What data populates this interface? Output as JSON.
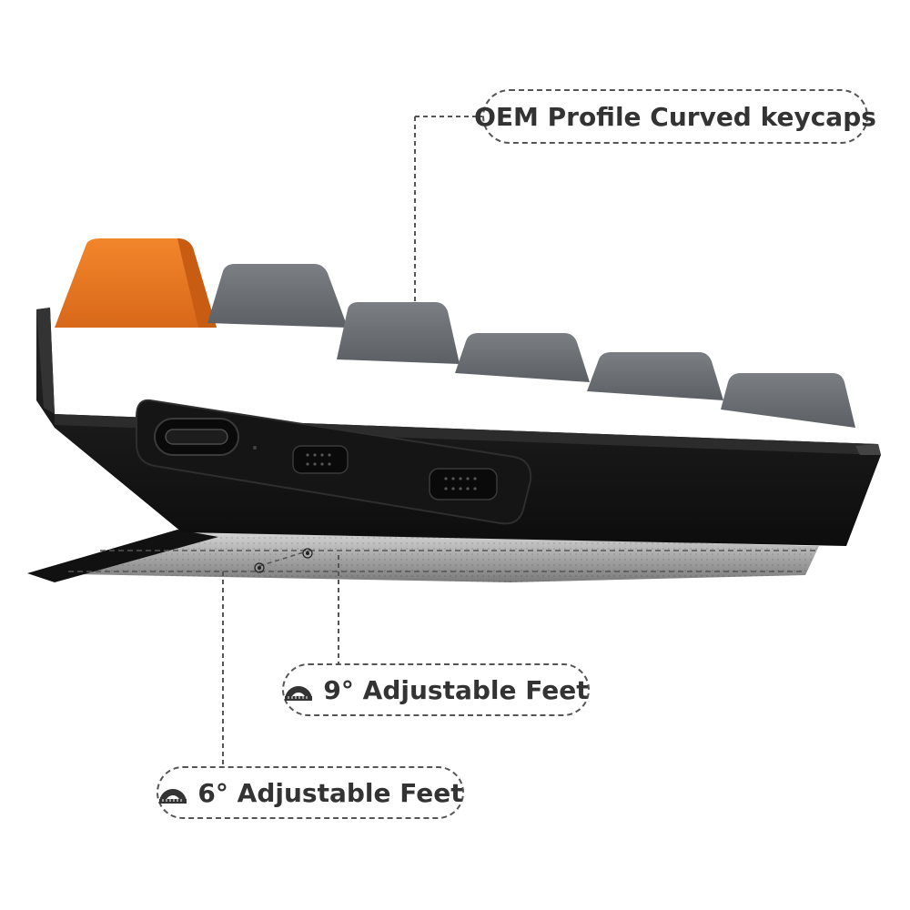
{
  "callouts": {
    "keycaps_label": "OEM Profile Curved keycaps",
    "feet_9_label": "9° Adjustable Feet",
    "feet_6_label": "6° Adjustable Feet"
  },
  "icons": {
    "angle": "protractor-icon"
  },
  "colors": {
    "orange_key": "#e8771e",
    "gray_key": "#6f7378",
    "case": "#1b1b1b"
  }
}
